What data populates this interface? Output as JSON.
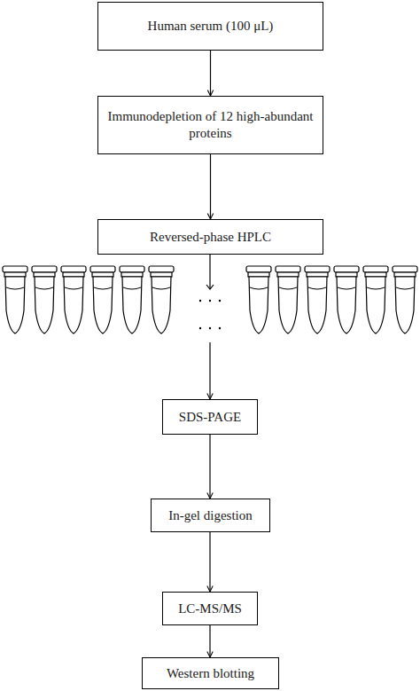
{
  "diagram": {
    "nodes": [
      {
        "text": [
          "Human serum (100 μL)"
        ]
      },
      {
        "text": [
          "Immunodepletion of 12 high-abundant proteins"
        ]
      },
      {
        "text": [
          "Reversed-phase HPLC"
        ]
      },
      {
        "text": [
          "SDS-PAGE"
        ]
      },
      {
        "text": [
          "In-gel digestion"
        ]
      },
      {
        "text": [
          "LC-MS/MS"
        ]
      },
      {
        "text": [
          "Western blotting"
        ]
      }
    ],
    "edges": [
      {
        "from": 0,
        "to": 1,
        "arrow": "to"
      },
      {
        "from": 1,
        "to": 2,
        "arrow": "to"
      },
      {
        "from": 2,
        "to": 3,
        "arrow": "to"
      },
      {
        "from": 3,
        "to": 4,
        "arrow": "to"
      },
      {
        "from": 4,
        "to": 5,
        "arrow": "to"
      },
      {
        "from": 5,
        "to": 6,
        "arrow": "to"
      }
    ]
  }
}
